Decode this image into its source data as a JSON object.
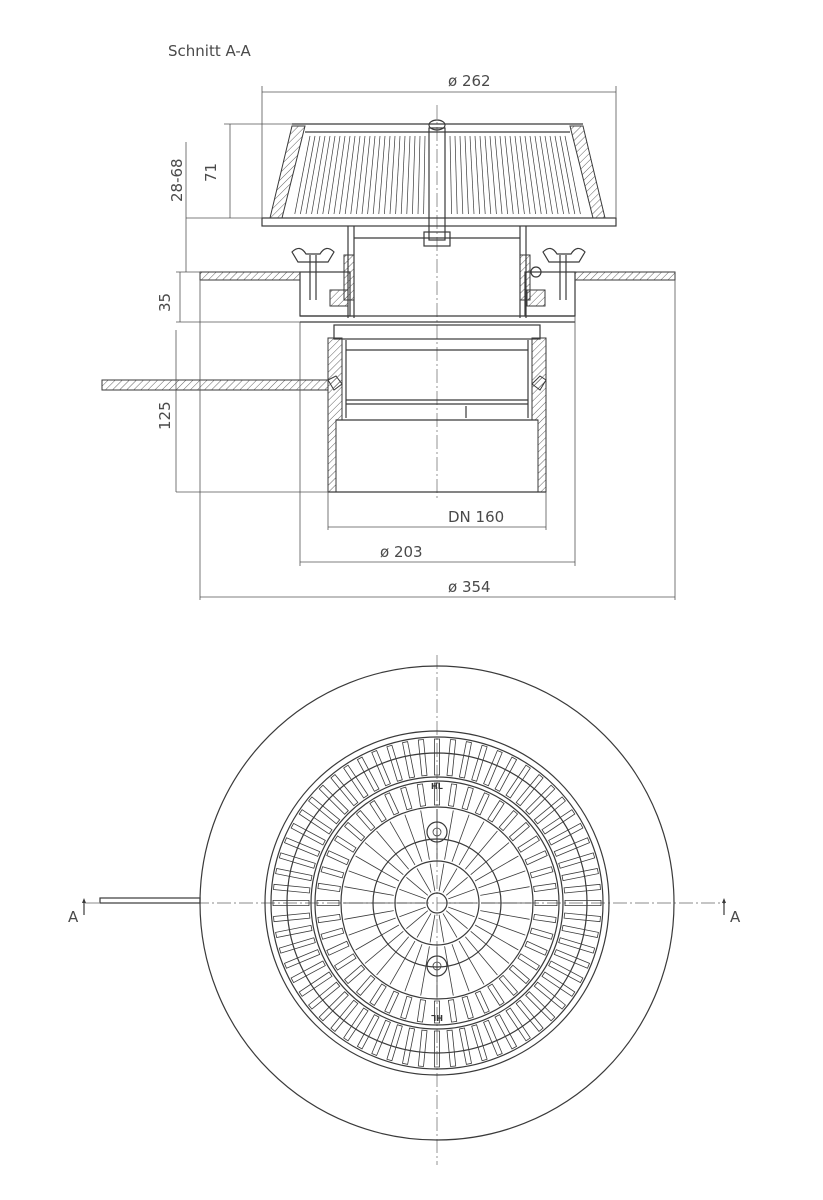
{
  "section_title": "Schnitt A-A",
  "dimensions": {
    "d262": "ø 262",
    "h71": "71",
    "h28_68": "28-68",
    "h35": "35",
    "h125": "125",
    "dn160": "DN 160",
    "d203": "ø 203",
    "d354": "ø 354"
  },
  "plan_view": {
    "cut_marker_left": "A",
    "cut_marker_right": "A",
    "label_top": "HL",
    "label_bottom": "HL"
  },
  "colors": {
    "line": "#3a3a3a",
    "background": "#ffffff"
  }
}
